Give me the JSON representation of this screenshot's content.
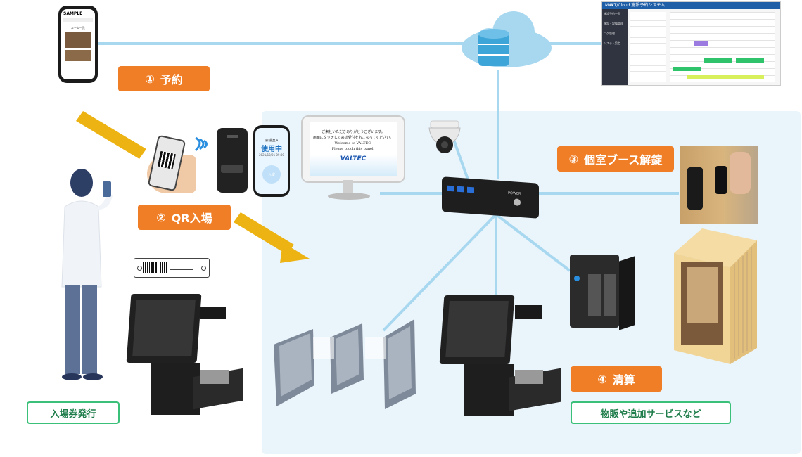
{
  "steps": [
    {
      "num": "①",
      "label": "予約"
    },
    {
      "num": "②",
      "label": "QR入場"
    },
    {
      "num": "③",
      "label": "個室ブース解錠"
    },
    {
      "num": "④",
      "label": "清算"
    }
  ],
  "labels": {
    "ticket": "入場券発行",
    "services": "物販や追加サービスなど"
  },
  "phone_app": {
    "title": "SAMPLE",
    "section": "ルーム一覧"
  },
  "tablet": {
    "line1": "ご来社いただきありがとうございます。",
    "line2": "画面にタッチして来訪受付をおこなってください。",
    "line3": "Welcome to VALTEC.",
    "line4": "Please touch this panel.",
    "brand": "VALTEC"
  },
  "booth_phone": {
    "small": "会議室A",
    "status": "使用中",
    "time": "2021/12/01 09:00",
    "button": "入室"
  },
  "pc_box": {
    "label": "POWER"
  },
  "cloud_app": {
    "brand": "M☎T/Cloud 施設予約システム",
    "menu": [
      "施設予約一覧",
      "施設・設備管理",
      "ログ管理",
      "システム設定"
    ]
  },
  "colors": {
    "orange": "#f07e26",
    "green": "#3bc07a",
    "line": "#a8d8f0",
    "arrow": "#ecb312"
  }
}
